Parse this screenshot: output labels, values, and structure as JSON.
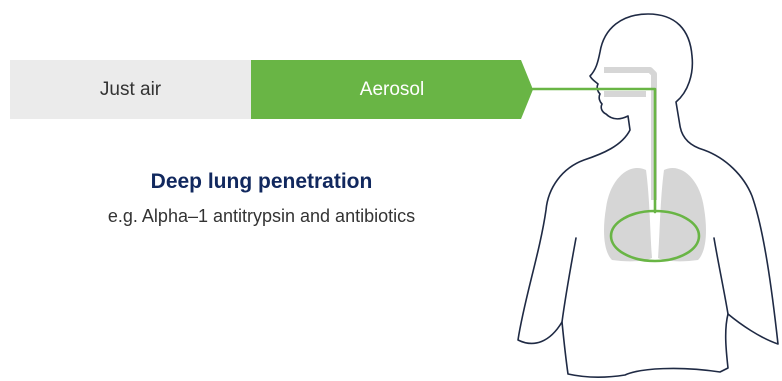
{
  "toggle": {
    "inactive_label": "Just air",
    "active_label": "Aerosol"
  },
  "caption": {
    "title": "Deep lung penetration",
    "subtitle": "e.g. Alpha–1 antitrypsin and antibiotics"
  },
  "colors": {
    "accent_green": "#69b545",
    "navy": "#11285e",
    "inactive_bg": "#ebebeb",
    "lung_gray": "#d6d6d6",
    "outline": "#1f2a44"
  },
  "icons": {
    "body": "human-torso-outline-icon",
    "lungs": "lungs-icon",
    "airway": "airway-icon"
  }
}
